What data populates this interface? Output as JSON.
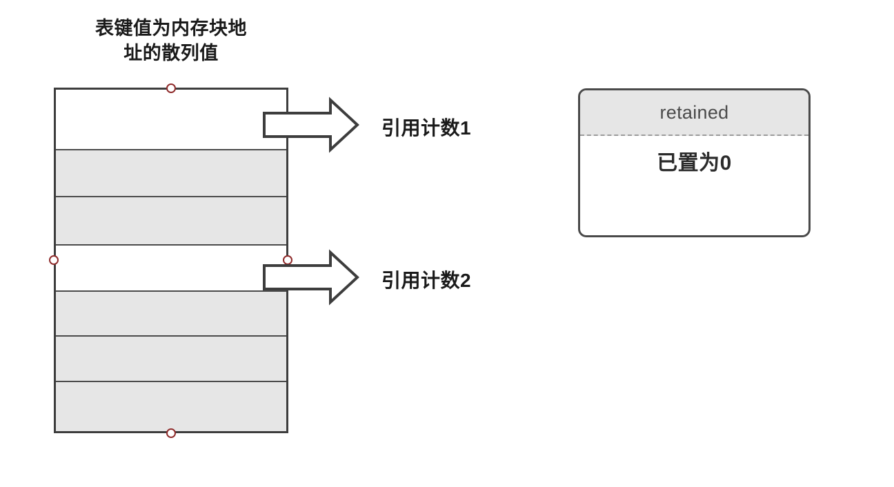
{
  "diagram": {
    "table": {
      "title_lines": [
        "表键值为内存块地",
        "址的散列值"
      ],
      "rows": [
        {
          "state": "empty"
        },
        {
          "state": "filled"
        },
        {
          "state": "filled"
        },
        {
          "state": "empty"
        },
        {
          "state": "filled"
        },
        {
          "state": "filled"
        },
        {
          "state": "filled"
        }
      ]
    },
    "arrows": [
      {
        "label": "引用计数1"
      },
      {
        "label": "引用计数2"
      }
    ],
    "retain_card": {
      "header": "retained",
      "body": "已置为0"
    },
    "colors": {
      "filled_row": "#e6e6e6",
      "border": "#3d3d3d",
      "handle": "#8f2b2b",
      "text": "#1a1a1a",
      "muted_text": "#4a4a4a"
    }
  }
}
